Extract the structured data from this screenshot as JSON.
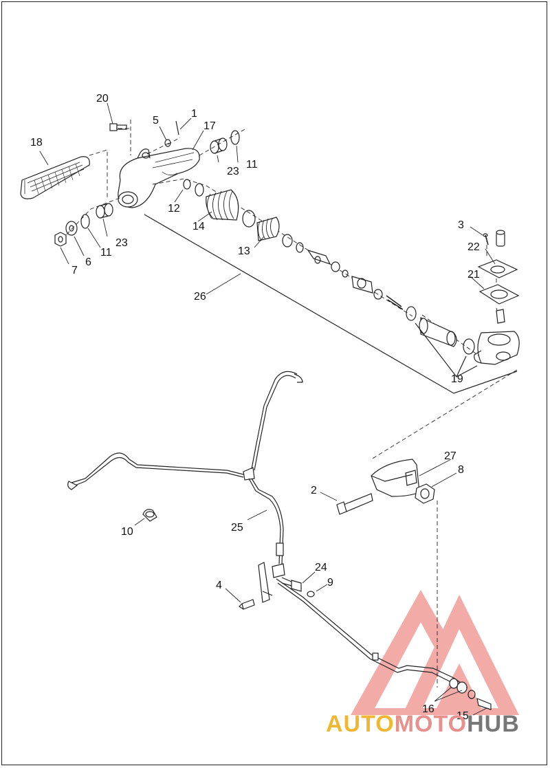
{
  "diagram": {
    "callouts": [
      {
        "id": "c1",
        "text": "1"
      },
      {
        "id": "c2",
        "text": "2"
      },
      {
        "id": "c3",
        "text": "3"
      },
      {
        "id": "c4",
        "text": "4"
      },
      {
        "id": "c5",
        "text": "5"
      },
      {
        "id": "c6",
        "text": "6"
      },
      {
        "id": "c7",
        "text": "7"
      },
      {
        "id": "c8",
        "text": "8"
      },
      {
        "id": "c9",
        "text": "9"
      },
      {
        "id": "c10",
        "text": "10"
      },
      {
        "id": "c11a",
        "text": "11"
      },
      {
        "id": "c11b",
        "text": "11"
      },
      {
        "id": "c12",
        "text": "12"
      },
      {
        "id": "c13",
        "text": "13"
      },
      {
        "id": "c14",
        "text": "14"
      },
      {
        "id": "c15",
        "text": "15"
      },
      {
        "id": "c16",
        "text": "16"
      },
      {
        "id": "c17",
        "text": "17"
      },
      {
        "id": "c18",
        "text": "18"
      },
      {
        "id": "c19",
        "text": "19"
      },
      {
        "id": "c20",
        "text": "20"
      },
      {
        "id": "c21",
        "text": "21"
      },
      {
        "id": "c22",
        "text": "22"
      },
      {
        "id": "c23a",
        "text": "23"
      },
      {
        "id": "c23b",
        "text": "23"
      },
      {
        "id": "c24",
        "text": "24"
      },
      {
        "id": "c25",
        "text": "25"
      },
      {
        "id": "c26",
        "text": "26"
      },
      {
        "id": "c27",
        "text": "27"
      }
    ]
  },
  "watermark": {
    "part1": "AUTO",
    "part2": "MOTO",
    "part3": "HUB",
    "colors": {
      "gold": "#f0b832",
      "red": "#e05a55",
      "gray": "#777777"
    }
  }
}
